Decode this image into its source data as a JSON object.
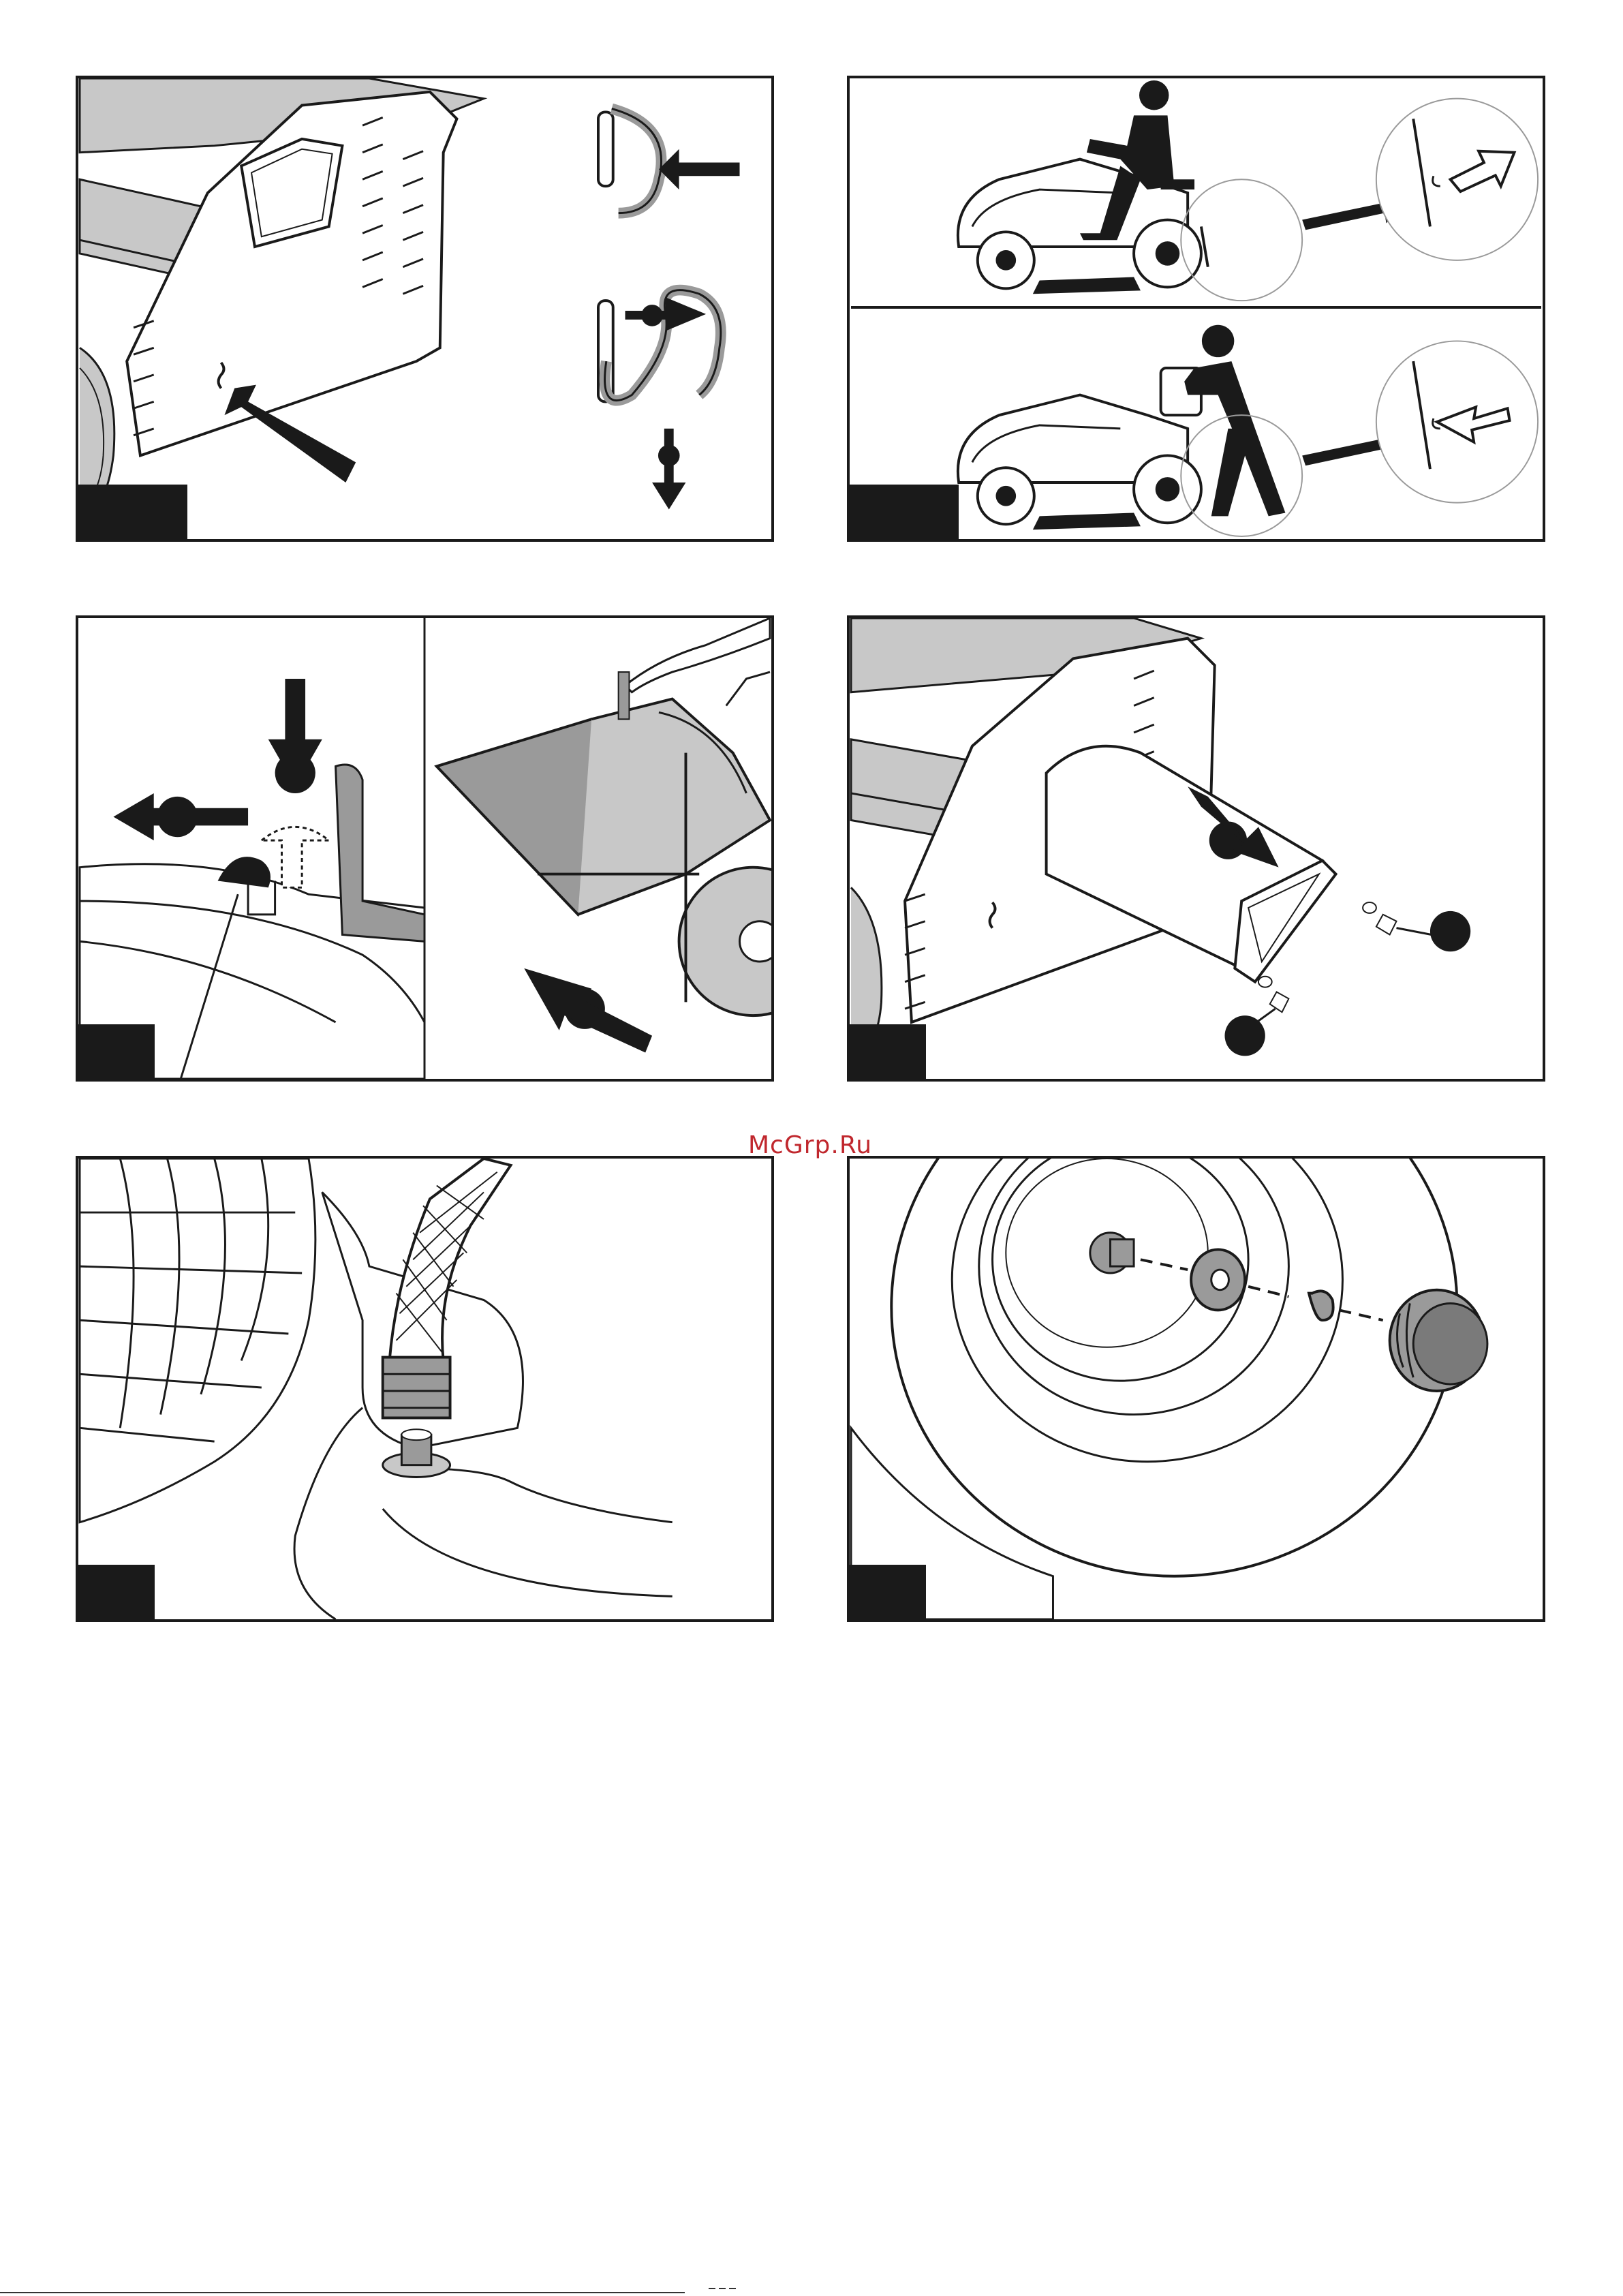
{
  "watermark": {
    "text": "McGrp.Ru",
    "color": "#c0272d"
  },
  "colors": {
    "ink": "#1a1a1a",
    "grey": "#9a9a9a",
    "light_grey": "#c8c8c8",
    "paper": "#ffffff"
  },
  "panels": [
    {
      "id": "panel-1",
      "icons": [
        "plate-icon",
        "hook-icon",
        "arrow-icon"
      ]
    },
    {
      "id": "panel-2",
      "icons": [
        "tractor-icon",
        "driver-icon",
        "zoom-circle-icon",
        "outline-arrow-right-icon",
        "outline-arrow-left-icon"
      ]
    },
    {
      "id": "panel-3",
      "icons": [
        "lever-icon",
        "collector-icon",
        "hand-icon"
      ]
    },
    {
      "id": "panel-4",
      "icons": [
        "chute-icon",
        "screw-icon"
      ]
    },
    {
      "id": "panel-5",
      "icons": [
        "hose-icon",
        "connector-icon"
      ]
    },
    {
      "id": "panel-6",
      "icons": [
        "wheel-icon",
        "washer-icon",
        "hub-cap-icon"
      ]
    }
  ]
}
